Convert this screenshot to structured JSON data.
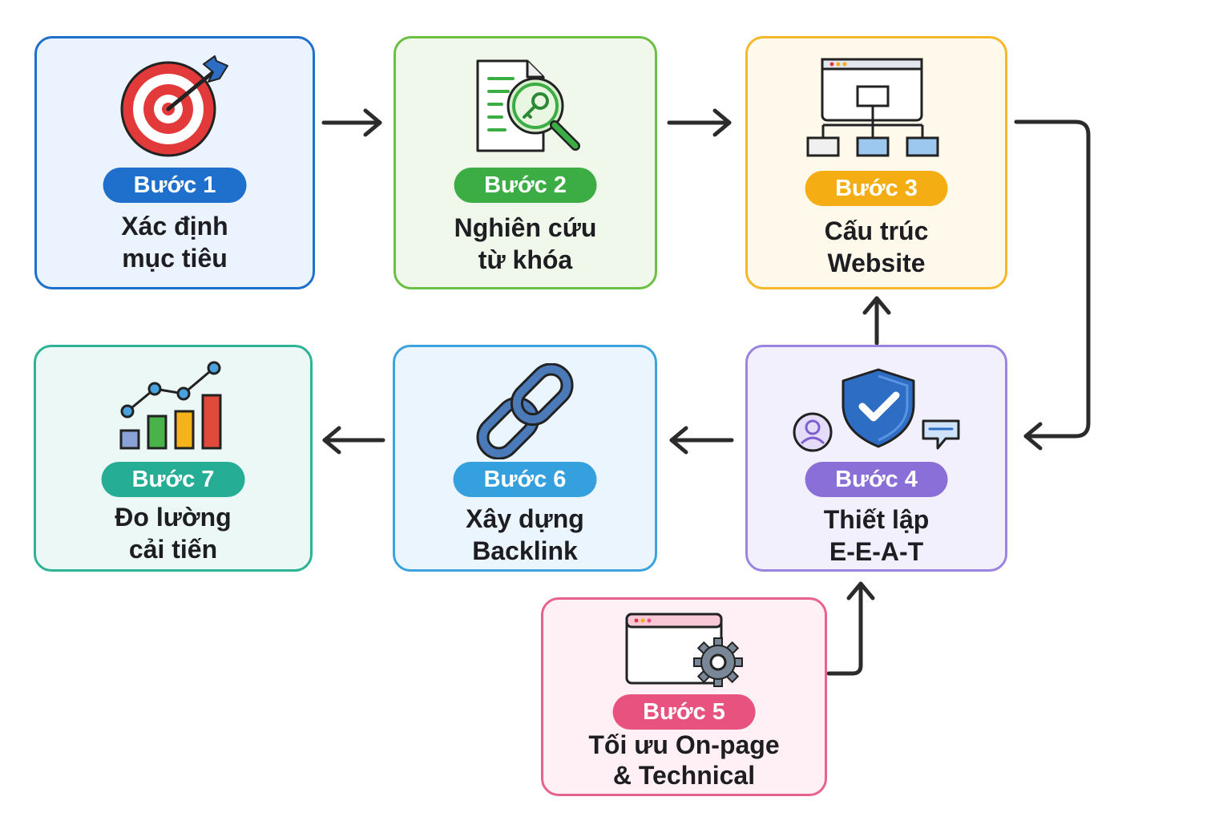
{
  "steps": [
    {
      "id": 1,
      "badge": "Bước 1",
      "title_line1": "Xác định",
      "title_line2": "mục tiêu",
      "icon": "target-icon",
      "color": "#1f6fcc",
      "bg": "#eaf3fe"
    },
    {
      "id": 2,
      "badge": "Bước 2",
      "title_line1": "Nghiên cứu",
      "title_line2": "từ khóa",
      "icon": "keyword-search-icon",
      "color": "#3cad45",
      "bg": "#eff8ea"
    },
    {
      "id": 3,
      "badge": "Bước 3",
      "title_line1": "Cấu trúc",
      "title_line2": "Website",
      "icon": "sitemap-icon",
      "color": "#f4ad13",
      "bg": "#fff9eb"
    },
    {
      "id": 4,
      "badge": "Bước 4",
      "title_line1": "Thiết lập",
      "title_line2": "E-E-A-T",
      "icon": "shield-check-icon",
      "color": "#8b6fd8",
      "bg": "#f3f0fd"
    },
    {
      "id": 5,
      "badge": "Bước 5",
      "title_line1": "Tối ưu On-page",
      "title_line2": "& Technical",
      "icon": "browser-gear-icon",
      "color": "#e7527f",
      "bg": "#fff0f5"
    },
    {
      "id": 6,
      "badge": "Bước 6",
      "title_line1": "Xây dựng",
      "title_line2": "Backlink",
      "icon": "chain-link-icon",
      "color": "#35a0de",
      "bg": "#ebf5fd"
    },
    {
      "id": 7,
      "badge": "Bước 7",
      "title_line1": "Đo lường",
      "title_line2": "cải tiến",
      "icon": "growth-chart-icon",
      "color": "#25ad95",
      "bg": "#ebf8f5"
    }
  ],
  "flow": [
    "1→2",
    "2→3",
    "3→4",
    "5→4",
    "4→3",
    "4→6",
    "6→7"
  ]
}
